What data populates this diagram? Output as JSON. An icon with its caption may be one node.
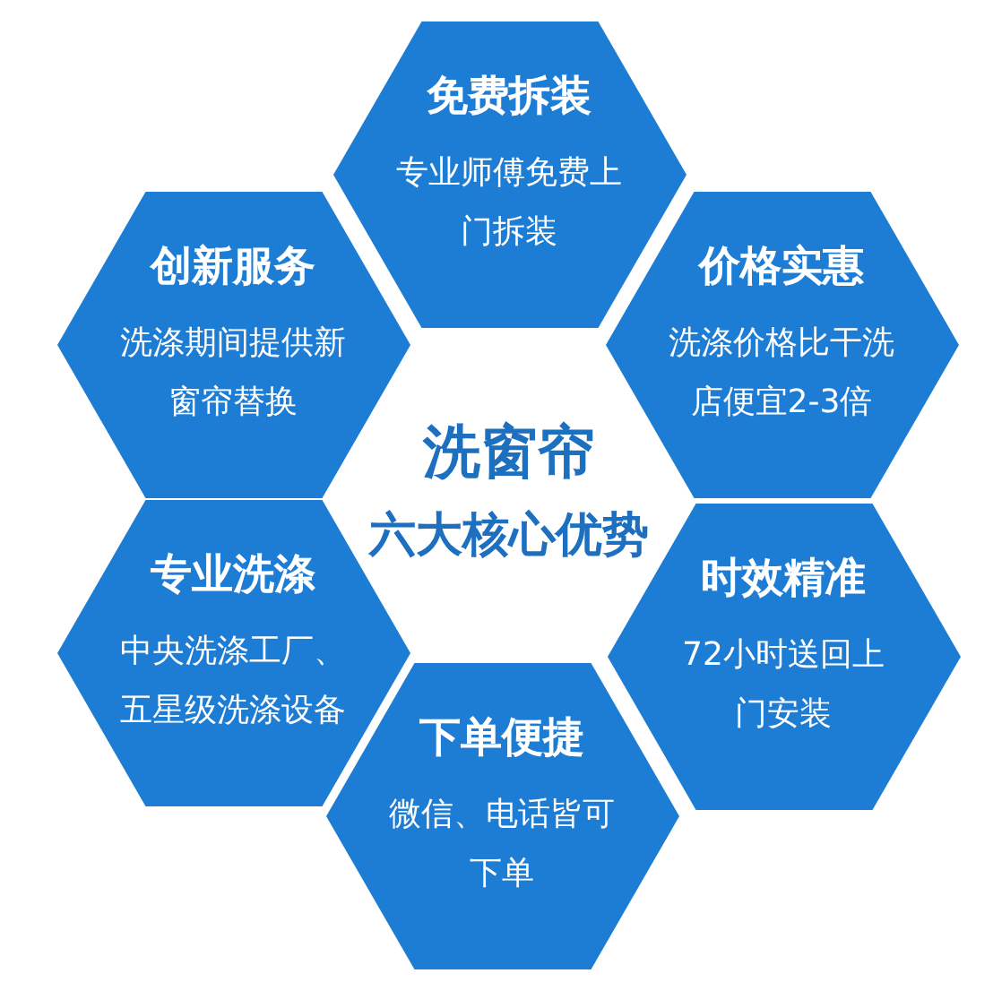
{
  "diagram": {
    "nodes": [
      {
        "text": [
          "免费拆装",
          "专业师傅免费上门拆装"
        ]
      },
      {
        "text": [
          "创新服务",
          "洗涤期间提供新窗帘替换"
        ]
      },
      {
        "text": [
          "价格实惠",
          "洗涤价格比干洗店便宜2-3倍"
        ]
      },
      {
        "text": [
          "专业洗涤",
          "中央洗涤工厂、五星级洗涤设备"
        ]
      },
      {
        "text": [
          "时效精准",
          "72小时送回上门安装"
        ]
      },
      {
        "text": [
          "下单便捷",
          "微信、电话皆可下单"
        ]
      }
    ],
    "labels": [
      "洗窗帘",
      "六大核心优势"
    ]
  }
}
